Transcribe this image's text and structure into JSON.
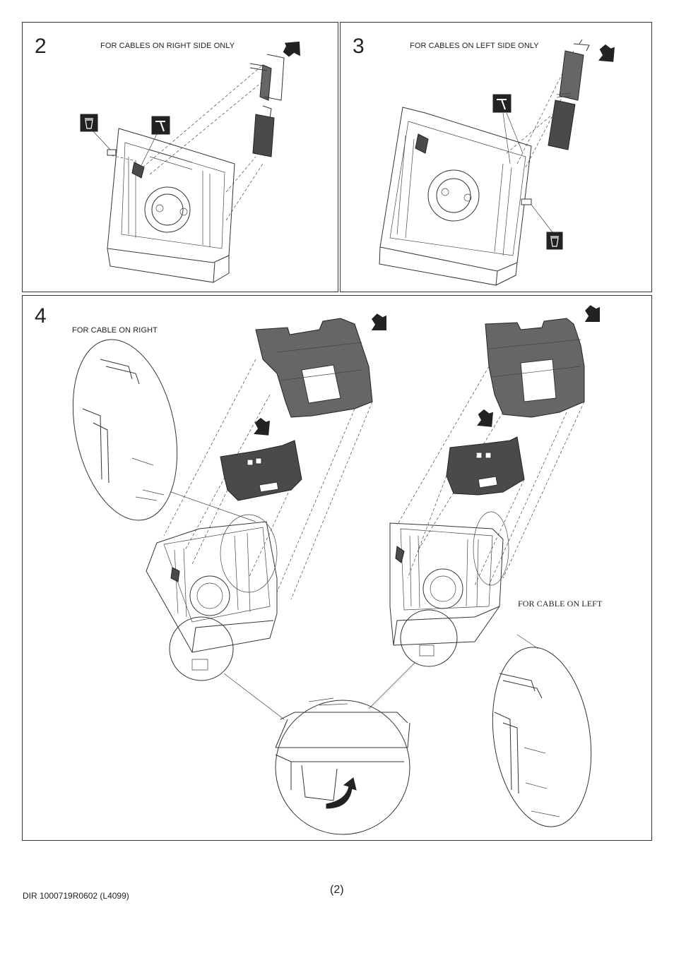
{
  "panels": [
    {
      "step": "2",
      "caption": "FOR CABLES ON RIGHT SIDE ONLY"
    },
    {
      "step": "3",
      "caption": "FOR CABLES ON LEFT SIDE ONLY"
    },
    {
      "step": "4",
      "caption": "FOR CABLE ON RIGHT",
      "caption_secondary": "FOR CABLE ON LEFT"
    }
  ],
  "icons": [
    "trash-icon",
    "hammer-icon",
    "push-arrow-icon",
    "rotate-arrow-icon"
  ],
  "footer": {
    "doc_ref": "DIR 1000719R0602 (L4099)",
    "page": "(2)"
  }
}
